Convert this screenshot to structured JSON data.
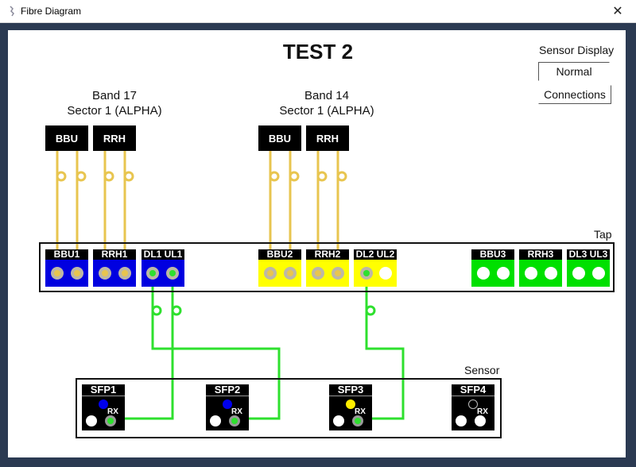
{
  "window": {
    "title": "Fibre Diagram",
    "close_label": "✕"
  },
  "page_title": "TEST 2",
  "sensor_display": {
    "label": "Sensor Display",
    "buttons": [
      {
        "label": "Normal",
        "pressed": true
      },
      {
        "label": "Connections",
        "pressed": false
      }
    ]
  },
  "bands": [
    {
      "line1": "Band 17",
      "line2": "Sector 1 (ALPHA)",
      "equipment": [
        "BBU",
        "RRH"
      ]
    },
    {
      "line1": "Band 14",
      "line2": "Sector 1 (ALPHA)",
      "equipment": [
        "BBU",
        "RRH"
      ]
    }
  ],
  "tap": {
    "label": "Tap",
    "ports": [
      {
        "name": "BBU1",
        "color": "#0000e0"
      },
      {
        "name": "RRH1",
        "color": "#0000e0"
      },
      {
        "name": "DL1 UL1",
        "color": "#0000e0"
      },
      {
        "name": "BBU2",
        "color": "#ffff00"
      },
      {
        "name": "RRH2",
        "color": "#ffff00"
      },
      {
        "name": "DL2 UL2",
        "color": "#ffff00"
      },
      {
        "name": "BBU3",
        "color": "#00e000"
      },
      {
        "name": "RRH3",
        "color": "#00e000"
      },
      {
        "name": "DL3 UL3",
        "color": "#00e000"
      }
    ]
  },
  "sensor": {
    "label": "Sensor",
    "sfps": [
      {
        "name": "SFP1",
        "rx_label": "RX",
        "led": "#0000ee",
        "rx_connected": true
      },
      {
        "name": "SFP2",
        "rx_label": "RX",
        "led": "#0000ee",
        "rx_connected": true
      },
      {
        "name": "SFP3",
        "rx_label": "RX",
        "led": "#ffee00",
        "rx_connected": true
      },
      {
        "name": "SFP4",
        "rx_label": "RX",
        "led": "off",
        "rx_connected": false
      }
    ]
  },
  "colors": {
    "fibre_bbu_rrh": "#e8c54f",
    "fibre_sensor": "#2ee02e"
  },
  "connections": [
    {
      "from": "DL1",
      "to": "SFP1 RX"
    },
    {
      "from": "UL1",
      "to": "SFP2 RX"
    },
    {
      "from": "DL2",
      "to": "SFP3 RX"
    }
  ]
}
